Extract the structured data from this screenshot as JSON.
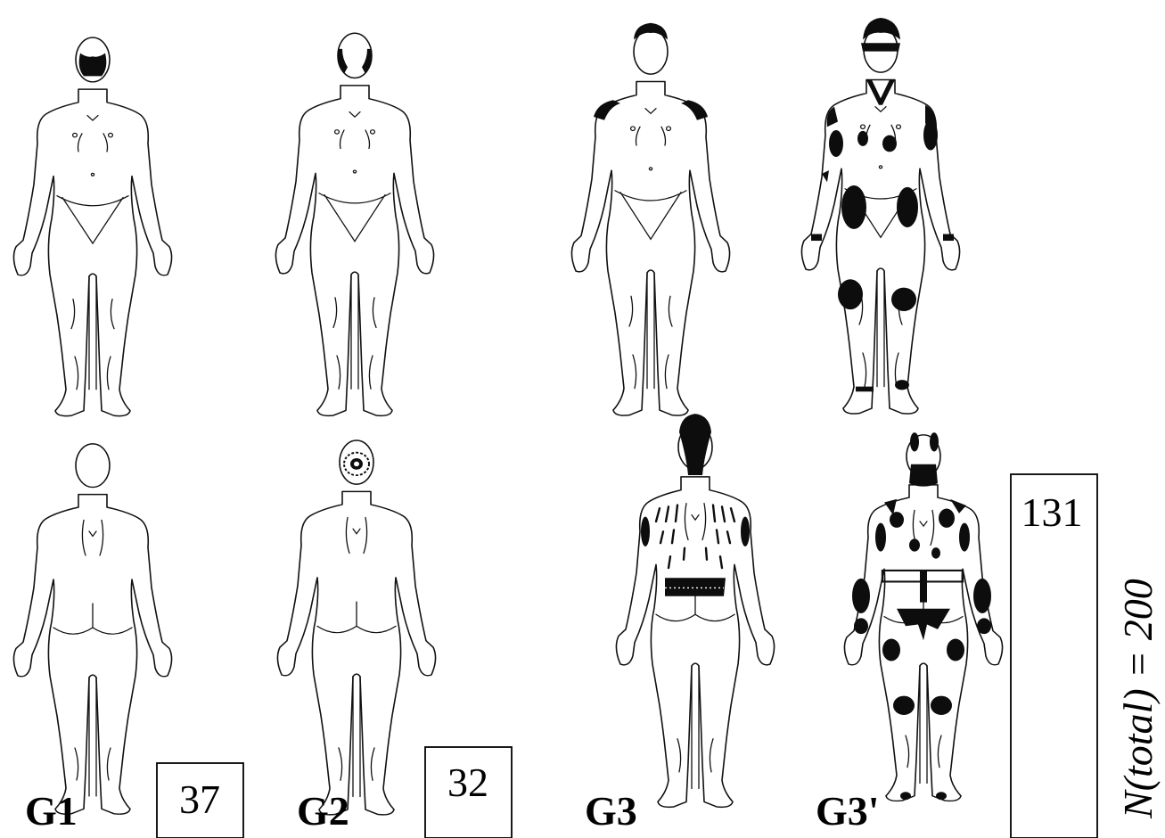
{
  "groups": [
    {
      "label": "G1",
      "count": "37"
    },
    {
      "label": "G2",
      "count": "32"
    },
    {
      "label": "G3",
      "count": ""
    },
    {
      "label": "G3'",
      "count": "131"
    }
  ],
  "total": "N(total) = 200",
  "colors": {
    "ink": "#111111",
    "pain_marking": "#0d0d0d",
    "background": "#ffffff"
  }
}
